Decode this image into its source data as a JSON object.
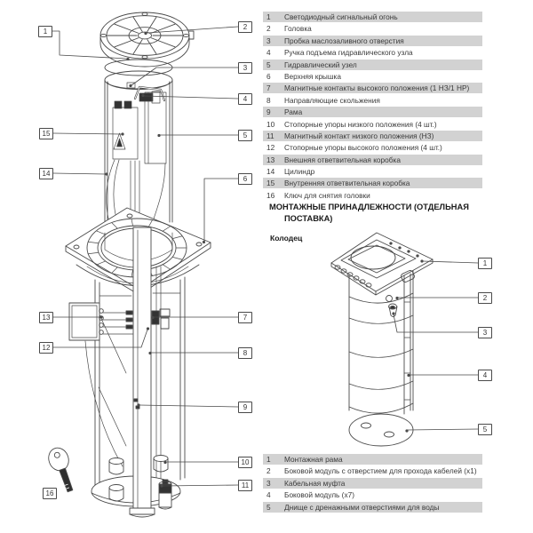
{
  "page": {
    "background": "#ffffff",
    "row_stripe_color": "#d2d2d2",
    "line_color": "#4a4a4a",
    "text_color": "#3a3a3a"
  },
  "main_parts_list": {
    "items": [
      {
        "n": "1",
        "label": "Светодиодный сигнальный огонь"
      },
      {
        "n": "2",
        "label": "Головка"
      },
      {
        "n": "3",
        "label": "Пробка маслозаливного отверстия"
      },
      {
        "n": "4",
        "label": "Ручка подъема гидравлического узла"
      },
      {
        "n": "5",
        "label": "Гидравлический узел"
      },
      {
        "n": "6",
        "label": "Верхняя крышка"
      },
      {
        "n": "7",
        "label": "Магнитные контакты высокого положения (1 НЗ/1 НР)"
      },
      {
        "n": "8",
        "label": "Направляющие скольжения"
      },
      {
        "n": "9",
        "label": "Рама"
      },
      {
        "n": "10",
        "label": "Стопорные упоры низкого положения (4 шт.)"
      },
      {
        "n": "11",
        "label": "Магнитный контакт низкого положения (НЗ)"
      },
      {
        "n": "12",
        "label": "Стопорные упоры высокого положения (4 шт.)"
      },
      {
        "n": "13",
        "label": "Внешняя ответвительная коробка"
      },
      {
        "n": "14",
        "label": "Цилиндр"
      },
      {
        "n": "15",
        "label": "Внутренняя ответвительная коробка"
      },
      {
        "n": "16",
        "label": "Ключ для снятия головки"
      }
    ]
  },
  "accessories_section": {
    "title": "МОНТАЖНЫЕ ПРИНАДЛЕЖНОСТИ (ОТДЕЛЬНАЯ ПОСТАВКА)",
    "subtitle": "Колодец"
  },
  "well_parts_list": {
    "items": [
      {
        "n": "1",
        "label": "Монтажная рама"
      },
      {
        "n": "2",
        "label": "Боковой модуль с отверстием для прохода кабелей (x1)"
      },
      {
        "n": "3",
        "label": "Кабельная муфта"
      },
      {
        "n": "4",
        "label": "Боковой модуль (x7)"
      },
      {
        "n": "5",
        "label": "Днище с дренажными отверстиями для воды"
      }
    ]
  },
  "main_diagram": {
    "callouts": [
      "1",
      "2",
      "3",
      "4",
      "5",
      "6",
      "7",
      "8",
      "9",
      "10",
      "11",
      "12",
      "13",
      "14",
      "15",
      "16"
    ]
  },
  "well_diagram": {
    "callouts": [
      "1",
      "2",
      "3",
      "4",
      "5"
    ]
  },
  "icons": {
    "key_icon": "head-removal-key"
  }
}
